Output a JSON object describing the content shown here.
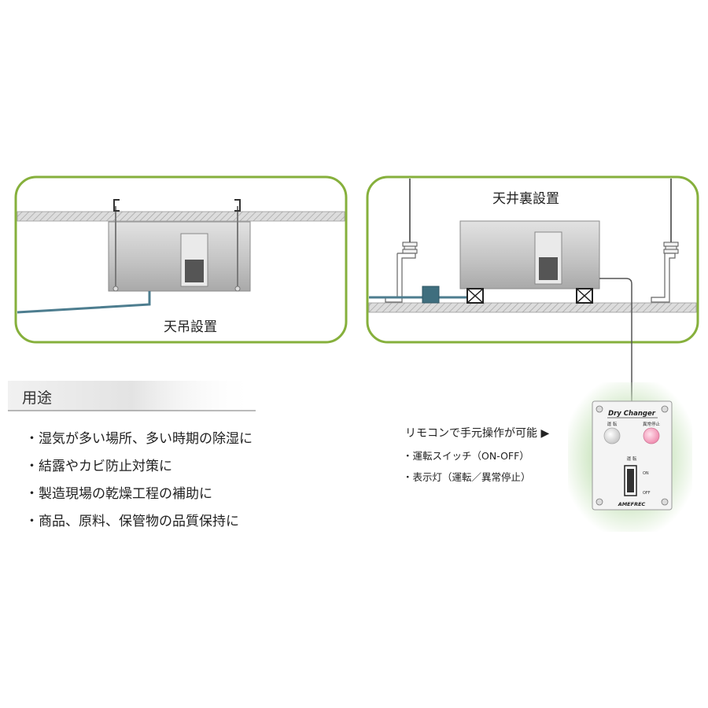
{
  "colors": {
    "panel_border": "#86b03c",
    "ceiling_fill": "#d9d9d9",
    "unit_body": "#c4c4c4",
    "pipe": "#4d7d8f",
    "cable": "#555555",
    "remote_glow": "#cfe7c4"
  },
  "panels": {
    "left": {
      "title": "天吊設置"
    },
    "right": {
      "title": "天井裏設置"
    }
  },
  "usage": {
    "heading": "用途",
    "items": [
      "湿気が多い場所、多い時期の除湿に",
      "結露やカビ防止対策に",
      "製造現場の乾燥工程の補助に",
      "商品、原料、保管物の品質保持に"
    ]
  },
  "remote": {
    "title": "リモコンで手元操作が可能",
    "features": [
      "運転スイッチ（ON-OFF）",
      "表示灯（運転／異常停止）"
    ],
    "device": {
      "brand": "Dry Changer",
      "lamp_run": "運 転",
      "lamp_fault": "異常停止",
      "switch_label": "運 転",
      "on": "ON",
      "off": "OFF",
      "maker": "AMEFREC"
    }
  }
}
